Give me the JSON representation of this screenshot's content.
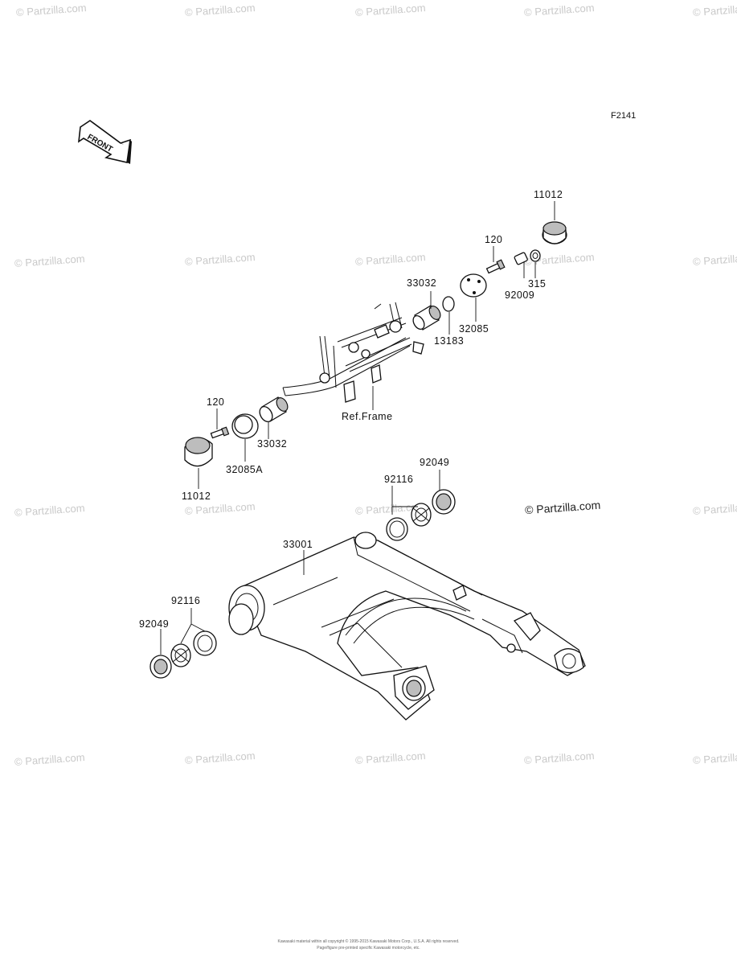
{
  "figure_code": "F2141",
  "front_label": "FRONT",
  "brand": "© Partzilla.com",
  "watermark": "© Partzilla.com",
  "callouts": {
    "c11012_top": "11012",
    "c120_top": "120",
    "c315": "315",
    "c92009": "92009",
    "c33032_top": "33032",
    "c32085": "32085",
    "c13183": "13183",
    "ref_frame": "Ref.Frame",
    "c120_left": "120",
    "c33032_left": "33032",
    "c32085A": "32085A",
    "c11012_left": "11012",
    "c92049_top": "92049",
    "c92116_top": "92116",
    "c33001": "33001",
    "c92116_left": "92116",
    "c92049_left": "92049"
  },
  "copyright": {
    "line1": "Kawasaki material within all copyright © 1995-2015 Kawasaki Motors Corp., U.S.A. All rights reserved.",
    "line2": "Page/figure pre-printed specific Kawasaki motorcycle, etc."
  }
}
